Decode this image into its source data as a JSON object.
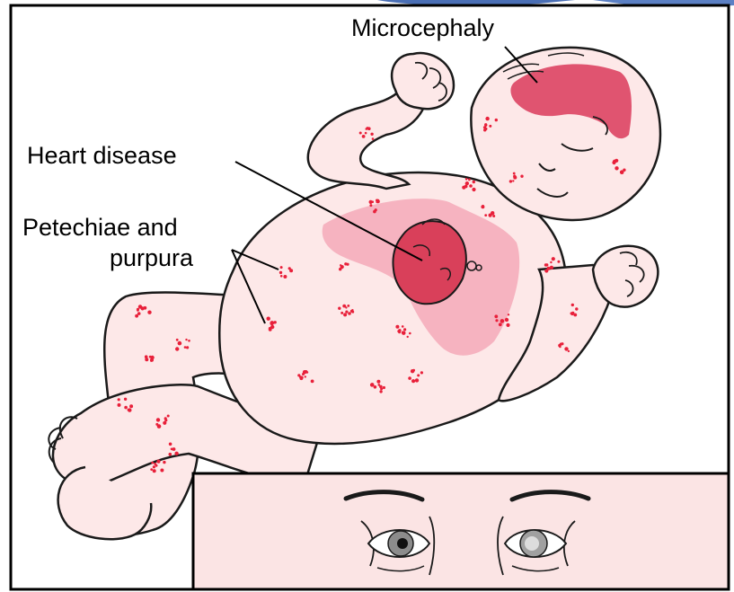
{
  "labels": {
    "microcephaly": "Microcephaly",
    "heart_disease": "Heart disease",
    "petechiae_line1": "Petechiae and",
    "petechiae_line2": "purpura"
  },
  "colors": {
    "skin": "#fde8e8",
    "outline": "#1a1a1a",
    "microcephaly_area": "#e05470",
    "lung_area": "#f5a9b8",
    "heart": "#d9405a",
    "petechiae": "#e8203a",
    "inset_background": "#fbe4e4",
    "frame_border": "#000000",
    "top_strip": "#4a6fb5"
  },
  "icons": {
    "infant": "infant-illustration",
    "heart": "heart-icon",
    "inset": "eyes-inset-cataract"
  }
}
